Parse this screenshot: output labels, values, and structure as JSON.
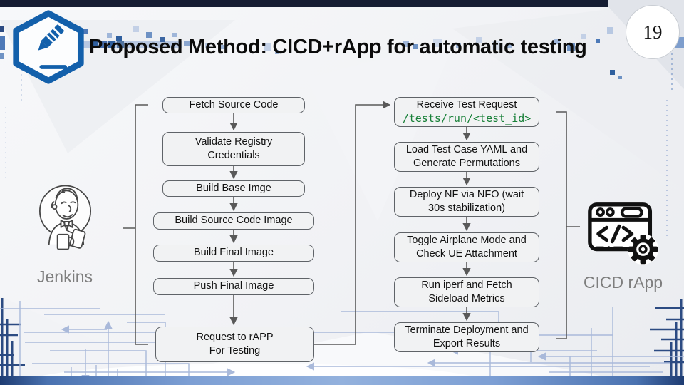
{
  "slide": {
    "title": "Proposed Method: CICD+rApp for automatic testing",
    "page_number": "19"
  },
  "actors": {
    "left": {
      "label": "Jenkins",
      "icon": "jenkins-mascot-icon"
    },
    "right": {
      "label": "CICD rApp",
      "icon": "browser-code-gear-icon"
    }
  },
  "logo": {
    "icon": "hexagon-pencil-logo-icon"
  },
  "flow": {
    "left_column": [
      {
        "text": "Fetch Source Code"
      },
      {
        "text": "Validate Registry\nCredentials"
      },
      {
        "text": "Build Base Imge"
      },
      {
        "text": "Build Source Code Image"
      },
      {
        "text": "Build Final Image"
      },
      {
        "text": "Push Final Image"
      },
      {
        "text": "Request to rAPP\nFor Testing"
      }
    ],
    "right_column": [
      {
        "text": "Receive Test Request",
        "code": "/tests/run/<test_id>"
      },
      {
        "text": "Load Test Case YAML and\nGenerate Permutations"
      },
      {
        "text": "Deploy NF via NFO (wait\n30s stabilization)"
      },
      {
        "text": "Toggle Airplane Mode and\nCheck UE Attachment"
      },
      {
        "text": "Run iperf and Fetch\nSideload Metrics"
      },
      {
        "text": "Terminate Deployment and\nExport Results"
      }
    ]
  },
  "colors": {
    "accent_blue": "#1360ab",
    "box_fill": "#f1f2f3",
    "box_border": "#5f6368",
    "connector_gray": "#595959",
    "code_green": "#188038",
    "actor_label_gray": "#7e7e7e",
    "circuit_light_blue": "#a9b9da",
    "circuit_navy": "#2c4b82"
  }
}
